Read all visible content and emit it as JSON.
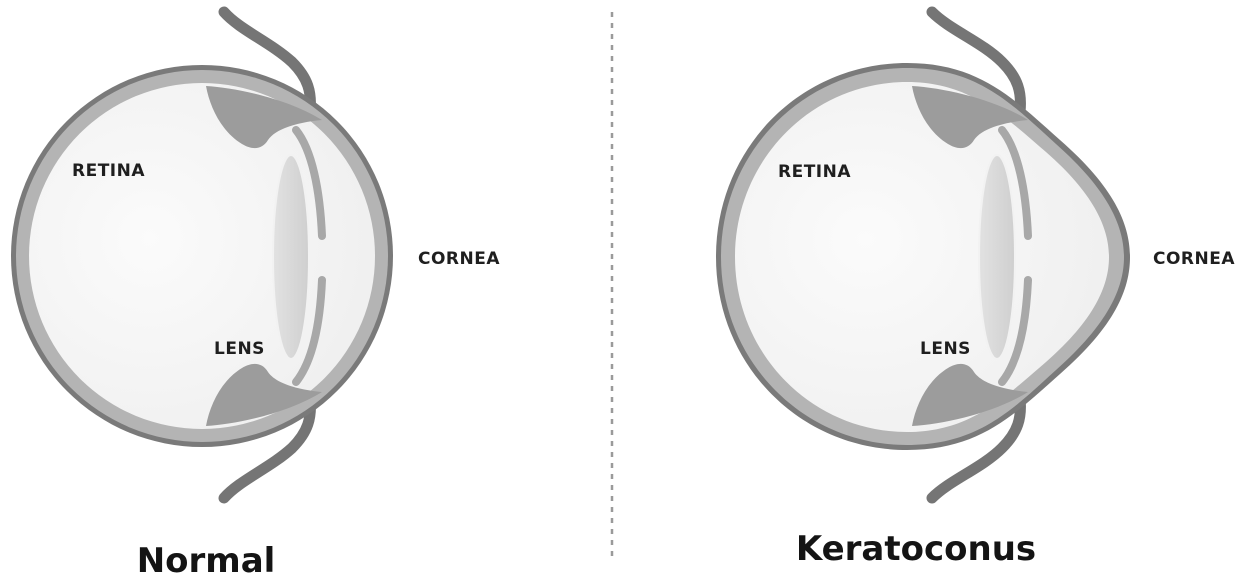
{
  "diagram": {
    "colors": {
      "outline": "#7a7a7a",
      "sclera": "#b4b4b4",
      "inner": "#f4f4f4",
      "iris": "#9c9c9c",
      "lens": "#dadada",
      "divider": "#9a9a9a",
      "text": "#1a1a1a"
    },
    "normal": {
      "caption": "Normal",
      "labels": {
        "retina": "RETINA",
        "lens": "LENS",
        "cornea": "CORNEA"
      }
    },
    "keratoconus": {
      "caption": "Keratoconus",
      "labels": {
        "retina": "RETINA",
        "lens": "LENS",
        "cornea": "CORNEA"
      }
    }
  }
}
